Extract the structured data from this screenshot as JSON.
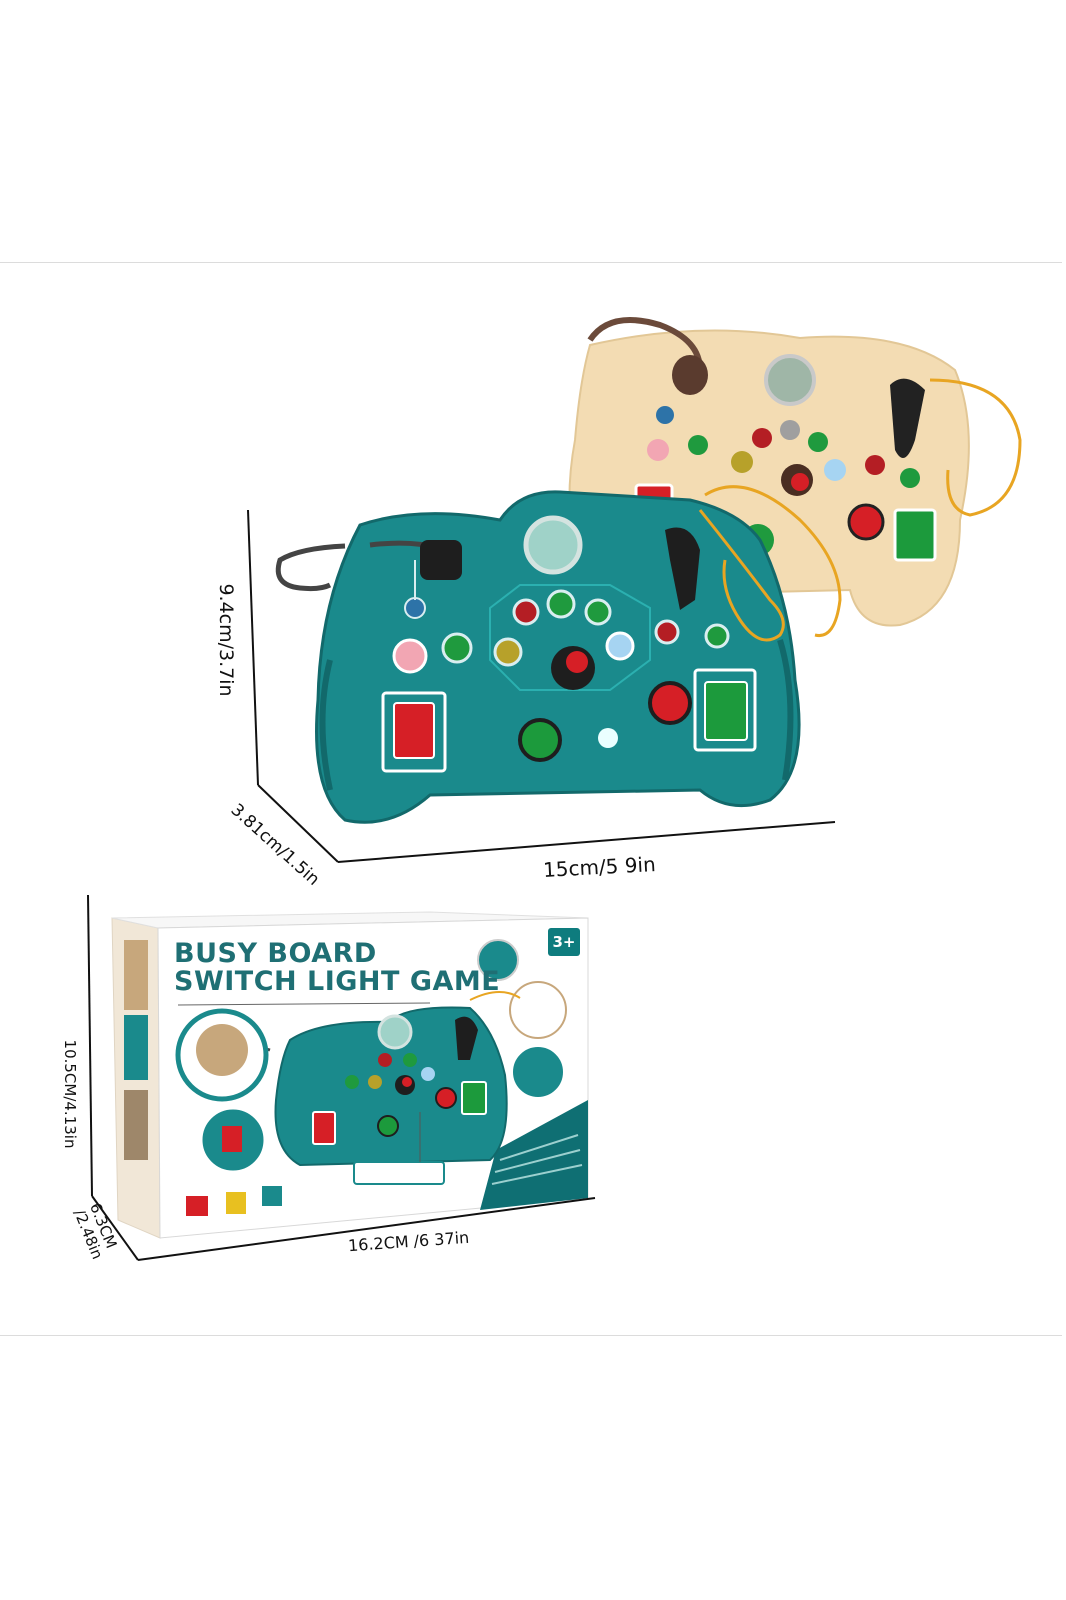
{
  "product": {
    "box_title_line1": "BUSY BOARD",
    "box_title_line2": "SWITCH LIGHT GAME",
    "age_badge": "3+"
  },
  "dimensions": {
    "toy_height": "9.4cm/3.7in",
    "toy_depth": "3.81cm/1.5in",
    "toy_width": "15cm/5 9in",
    "box_height": "10.5CM/4.13in",
    "box_depth": "6.3CM /2.48in",
    "box_width": "16.2CM /6 37in"
  },
  "colors": {
    "teal": "#1a8a8c",
    "teal_dark": "#12696b",
    "cream": "#f3dcb3",
    "red_switch": "#d61f26",
    "green_switch": "#1c9a3c"
  }
}
